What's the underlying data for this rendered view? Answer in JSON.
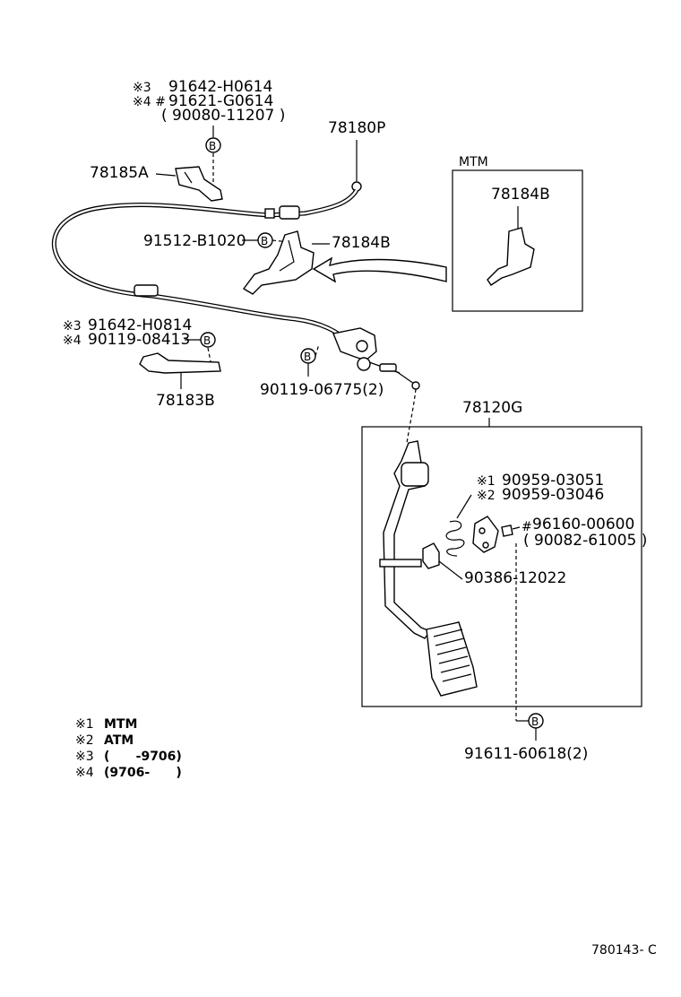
{
  "top_bolt": {
    "mark3": "※3",
    "p1": "91642-H0614",
    "mark4": "※4 #",
    "p2": "91621-G0614",
    "p3": "( 90080-11207 )"
  },
  "callout_b": "B",
  "labels": {
    "p78180P": "78180P",
    "p78185A": "78185A",
    "p91512": "91512-B1020",
    "p78184B": "78184B",
    "mtm_box_title": "MTM",
    "mtm_box_part": "78184B",
    "mid_mark3": "※3",
    "mid_p1": "91642-H0814",
    "mid_mark4": "※4",
    "mid_p2": "90119-08413",
    "p78183B": "78183B",
    "p90119": "90119-06775(2)",
    "p78120G": "78120G",
    "s1_mark": "※1",
    "s1_part": "90959-03051",
    "s2_mark": "※2",
    "s2_part": "90959-03046",
    "w_mark": "#",
    "w_part1": "96160-00600",
    "w_part2": "( 90082-61005 )",
    "bush": "90386-12022",
    "bolt2": "91611-60618(2)"
  },
  "legend": [
    {
      "mark": "※1",
      "text": "MTM"
    },
    {
      "mark": "※2",
      "text": "ATM"
    },
    {
      "mark": "※3",
      "text": "(      -9706)"
    },
    {
      "mark": "※4",
      "text": "(9706-      )"
    }
  ],
  "figure_id": "780143- C"
}
